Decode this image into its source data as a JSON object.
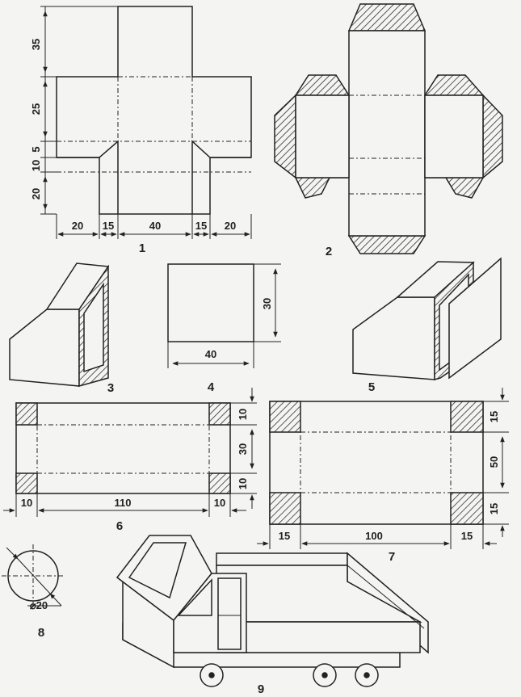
{
  "colors": {
    "ink": "#222222",
    "paper": "#f4f4f2",
    "hatch": "#333333"
  },
  "figures": {
    "f1": {
      "number": "1",
      "dims": {
        "d35": "35",
        "d25": "25",
        "d5": "5",
        "d10": "10",
        "d20v": "20",
        "w20a": "20",
        "w15a": "15",
        "w40": "40",
        "w15b": "15",
        "w20b": "20"
      }
    },
    "f2": {
      "number": "2"
    },
    "f3": {
      "number": "3"
    },
    "f4": {
      "number": "4",
      "dims": {
        "width": "40",
        "height": "30"
      }
    },
    "f5": {
      "number": "5"
    },
    "f6": {
      "number": "6",
      "dims": {
        "top": "10",
        "middle": "30",
        "bottom": "10",
        "left": "10",
        "center": "110",
        "right": "10"
      }
    },
    "f7": {
      "number": "7",
      "dims": {
        "top": "15",
        "middle": "50",
        "bottom": "15",
        "left": "15",
        "center": "100",
        "right": "15"
      }
    },
    "f8": {
      "number": "8",
      "dims": {
        "diameter": "⌀20"
      }
    },
    "f9": {
      "number": "9"
    }
  }
}
